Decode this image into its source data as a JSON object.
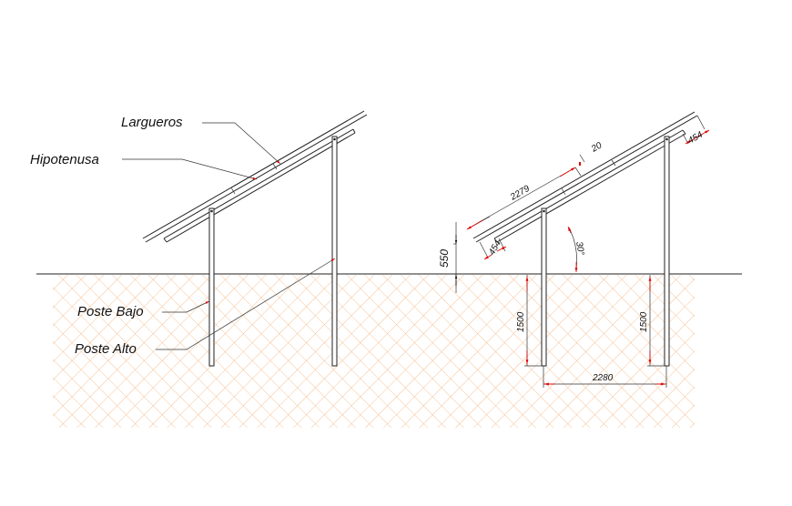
{
  "labels": {
    "largueros": "Largueros",
    "hipotenusa": "Hipotenusa",
    "poste_bajo": "Poste Bajo",
    "poste_alto": "Poste Alto"
  },
  "dimensions": {
    "above_ground": "550",
    "beam_length": "2279",
    "beam_offset": "20",
    "overhang_low": "454",
    "overhang_high": "454",
    "angle": "30°",
    "burial_low": "1500",
    "burial_high": "1500",
    "post_spacing": "2280"
  },
  "colors": {
    "hatch": "#f4a460",
    "arrow": "#e00000",
    "line": "#222222"
  }
}
